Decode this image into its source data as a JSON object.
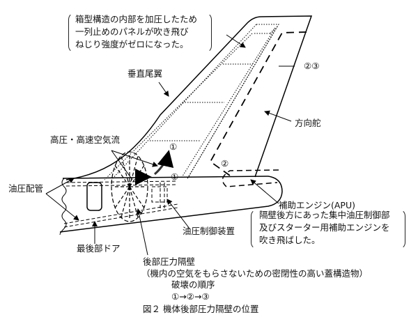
{
  "callout_top": [
    "箱型構造の内部を加圧したため",
    "一列止めのパネルが吹き飛び",
    "ねじり強度がゼロになった。"
  ],
  "labels": {
    "vertical_fin": "垂直尾翼",
    "marker_23": "②③",
    "rudder": "方向舵",
    "airflow": "高圧・高速空気流",
    "marker_1a": "①",
    "marker_1b": "①",
    "marker_2": "②",
    "hydraulic_pipes": "油圧配管",
    "apu": "補助エンジン(APU)",
    "hydraulic_control": "油圧制御装置",
    "rear_door": "最後部ドア",
    "bulkhead": "後部圧力隔壁",
    "bulkhead_note": "（機内の空気をもらさないための密閉性の高い蓋構造物）"
  },
  "callout_right": [
    "隔壁後方にあった集中油圧制御部",
    "及びスターター用補助エンジンを",
    "吹き飛ばした。"
  ],
  "sequence_title": "破壊の順序",
  "sequence": "①→②→③",
  "caption": "図２ 機体後部圧力隔壁の位置"
}
